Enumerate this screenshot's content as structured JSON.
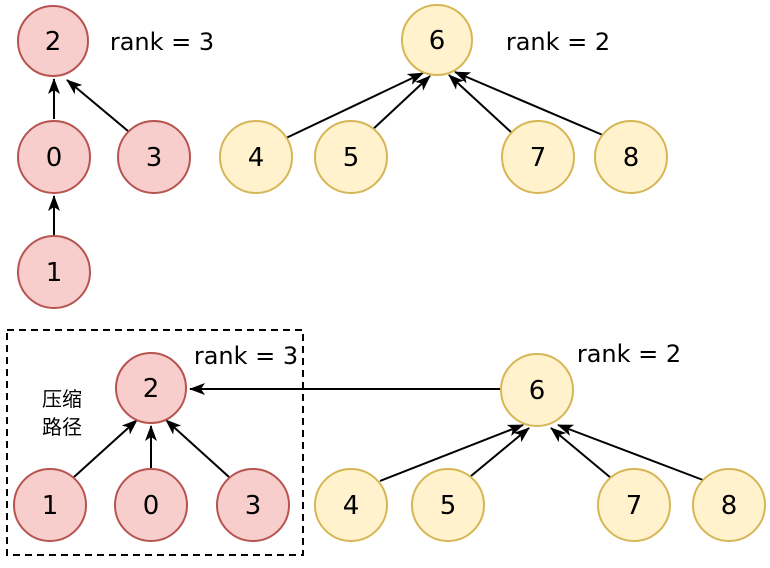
{
  "colors": {
    "red_node_fill": "#f8cecc",
    "red_node_stroke": "#b85450",
    "yellow_node_fill": "#fff2cc",
    "yellow_node_stroke": "#d6b656",
    "edge_color": "#000000",
    "background": "#ffffff"
  },
  "before": {
    "red_tree": {
      "rank_label": "rank = 3",
      "root": "2",
      "child_left": "0",
      "child_right": "3",
      "grandchild": "1",
      "edges": [
        "0→2",
        "3→2",
        "1→0"
      ]
    },
    "yellow_tree": {
      "rank_label": "rank = 2",
      "root": "6",
      "child_1": "4",
      "child_2": "5",
      "child_3": "7",
      "child_4": "8",
      "edges": [
        "4→6",
        "5→6",
        "7→6",
        "8→6"
      ]
    }
  },
  "after": {
    "annotation": {
      "line1": "压缩",
      "line2": "路径"
    },
    "red_tree": {
      "rank_label": "rank = 3",
      "root": "2",
      "child_1": "1",
      "child_2": "0",
      "child_3": "3",
      "edges": [
        "1→2",
        "0→2",
        "3→2",
        "6→2"
      ]
    },
    "yellow_tree": {
      "rank_label": "rank = 2",
      "root": "6",
      "child_1": "4",
      "child_2": "5",
      "child_3": "7",
      "child_4": "8",
      "edges": [
        "4→6",
        "5→6",
        "7→6",
        "8→6"
      ]
    }
  }
}
